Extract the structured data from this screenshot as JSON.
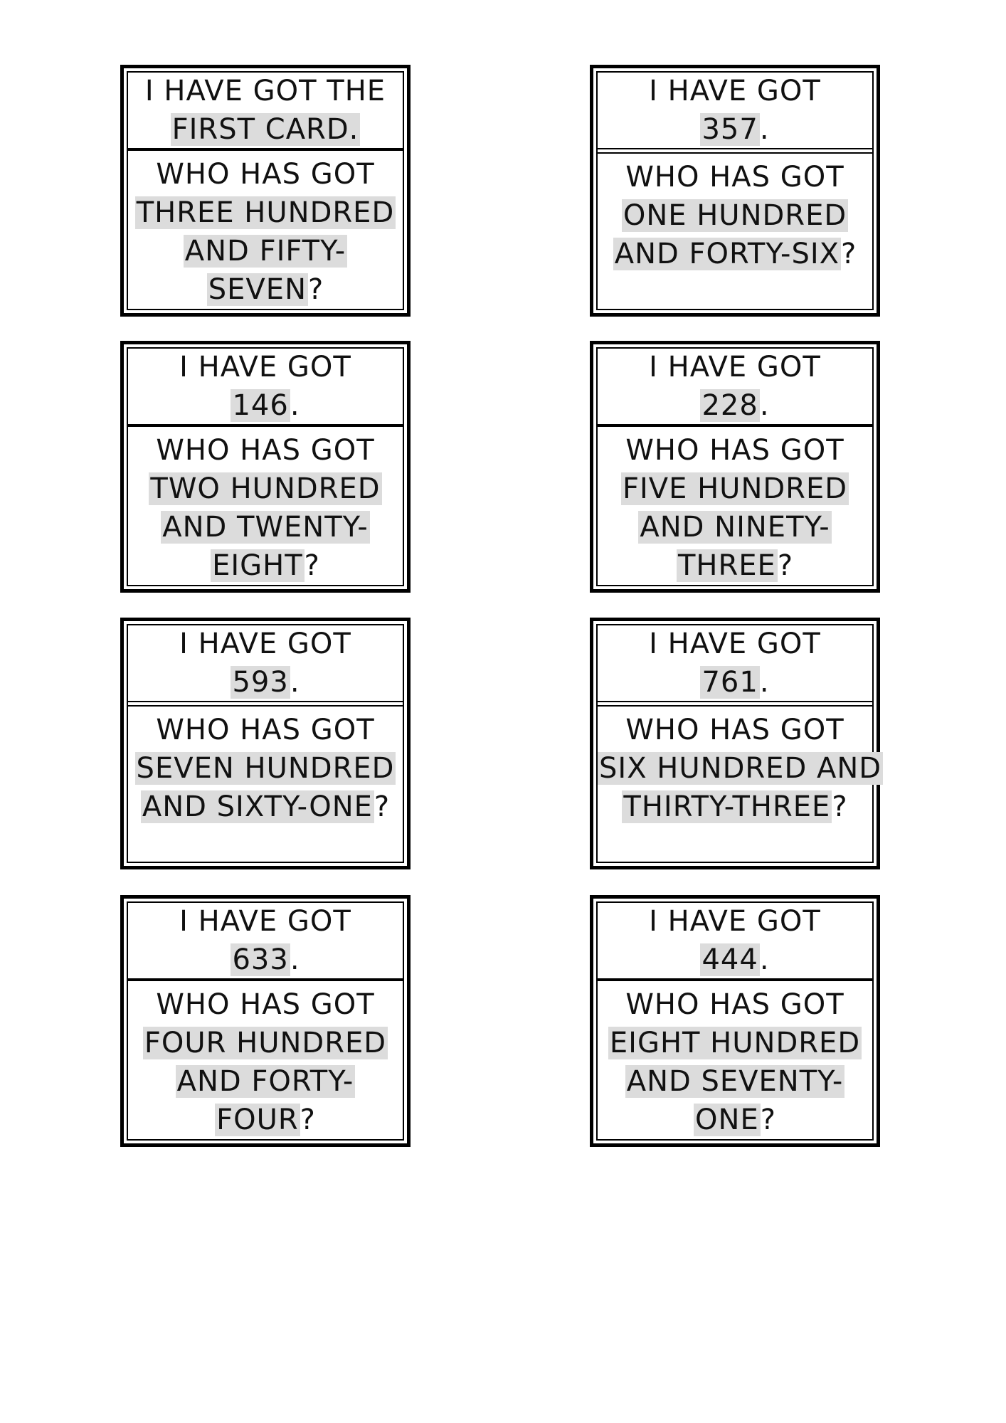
{
  "cards": [
    {
      "have": [
        [
          "I HAVE GOT THE",
          ""
        ],
        [
          "",
          "FIRST CARD."
        ]
      ],
      "who": [
        [
          "WHO HAS GOT",
          ""
        ],
        [
          "",
          "THREE HUNDRED"
        ],
        [
          "",
          "AND FIFTY-"
        ],
        [
          "",
          "SEVEN",
          "?"
        ]
      ]
    },
    {
      "have": [
        [
          "I HAVE GOT",
          ""
        ],
        [
          "",
          "357",
          "."
        ]
      ],
      "who": [
        [
          "WHO HAS GOT",
          ""
        ],
        [
          "",
          "ONE HUNDRED"
        ],
        [
          "",
          "AND FORTY-SIX",
          "?"
        ]
      ]
    },
    {
      "have": [
        [
          "I HAVE GOT",
          ""
        ],
        [
          "",
          "146",
          "."
        ]
      ],
      "who": [
        [
          "WHO HAS GOT",
          ""
        ],
        [
          "",
          "TWO HUNDRED"
        ],
        [
          "",
          "AND TWENTY-"
        ],
        [
          "",
          "EIGHT",
          "?"
        ]
      ]
    },
    {
      "have": [
        [
          "I HAVE GOT",
          ""
        ],
        [
          "",
          "228",
          "."
        ]
      ],
      "who": [
        [
          "WHO HAS GOT",
          ""
        ],
        [
          "",
          "FIVE HUNDRED"
        ],
        [
          "",
          "AND NINETY-"
        ],
        [
          "",
          "THREE",
          "?"
        ]
      ]
    },
    {
      "have": [
        [
          "I HAVE GOT",
          ""
        ],
        [
          "",
          "593",
          "."
        ]
      ],
      "who": [
        [
          "WHO HAS GOT",
          ""
        ],
        [
          "",
          "SEVEN HUNDRED"
        ],
        [
          "",
          "AND SIXTY-ONE",
          "?"
        ]
      ]
    },
    {
      "have": [
        [
          "I HAVE GOT",
          ""
        ],
        [
          "",
          "761",
          "."
        ]
      ],
      "who": [
        [
          "WHO HAS GOT",
          ""
        ],
        [
          "",
          "SIX HUNDRED AND"
        ],
        [
          "",
          "THIRTY-THREE",
          "?"
        ]
      ]
    },
    {
      "have": [
        [
          "I HAVE GOT",
          ""
        ],
        [
          "",
          "633",
          "."
        ]
      ],
      "who": [
        [
          "WHO HAS GOT",
          ""
        ],
        [
          "",
          "FOUR HUNDRED"
        ],
        [
          "",
          "AND FORTY-"
        ],
        [
          "",
          "FOUR",
          "?"
        ]
      ]
    },
    {
      "have": [
        [
          "I HAVE GOT",
          ""
        ],
        [
          "",
          "444",
          "."
        ]
      ],
      "who": [
        [
          "WHO HAS GOT",
          ""
        ],
        [
          "",
          "EIGHT HUNDRED"
        ],
        [
          "",
          "AND SEVENTY-"
        ],
        [
          "",
          "ONE",
          "?"
        ]
      ]
    }
  ]
}
